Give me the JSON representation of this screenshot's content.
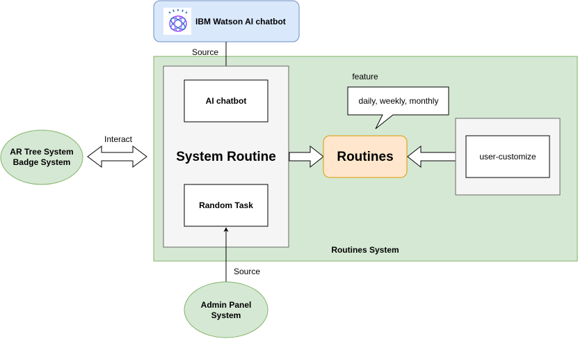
{
  "diagram": {
    "ibm_node": {
      "label": "IBM Watson AI chatbot",
      "icon": "ibm-watson-logo"
    },
    "routines_system": {
      "label": "Routines System"
    },
    "system_routine": {
      "label": "System Routine"
    },
    "ai_chatbot": {
      "label": "AI chatbot"
    },
    "random_task": {
      "label": "Random Task"
    },
    "routines": {
      "label": "Routines"
    },
    "feature_label": "feature",
    "feature_callout": {
      "label": "daily, weekly, monthly"
    },
    "user_customize": {
      "label": "user-customize"
    },
    "ar_tree": {
      "line1": "AR Tree System",
      "line2": "Badge System"
    },
    "admin_panel": {
      "line1": "Admin Panel",
      "line2": "System"
    },
    "edges": {
      "source_top": "Source",
      "source_bottom": "Source",
      "interact": "Interact"
    },
    "colors": {
      "green_fill": "#d5e8d4",
      "green_stroke": "#82b366",
      "blue_fill": "#dae8fc",
      "blue_stroke": "#6c8ebf",
      "orange_fill": "#ffe6cc",
      "orange_stroke": "#d79b00",
      "grey_fill": "#f5f5f5",
      "grey_stroke": "#666666"
    }
  }
}
